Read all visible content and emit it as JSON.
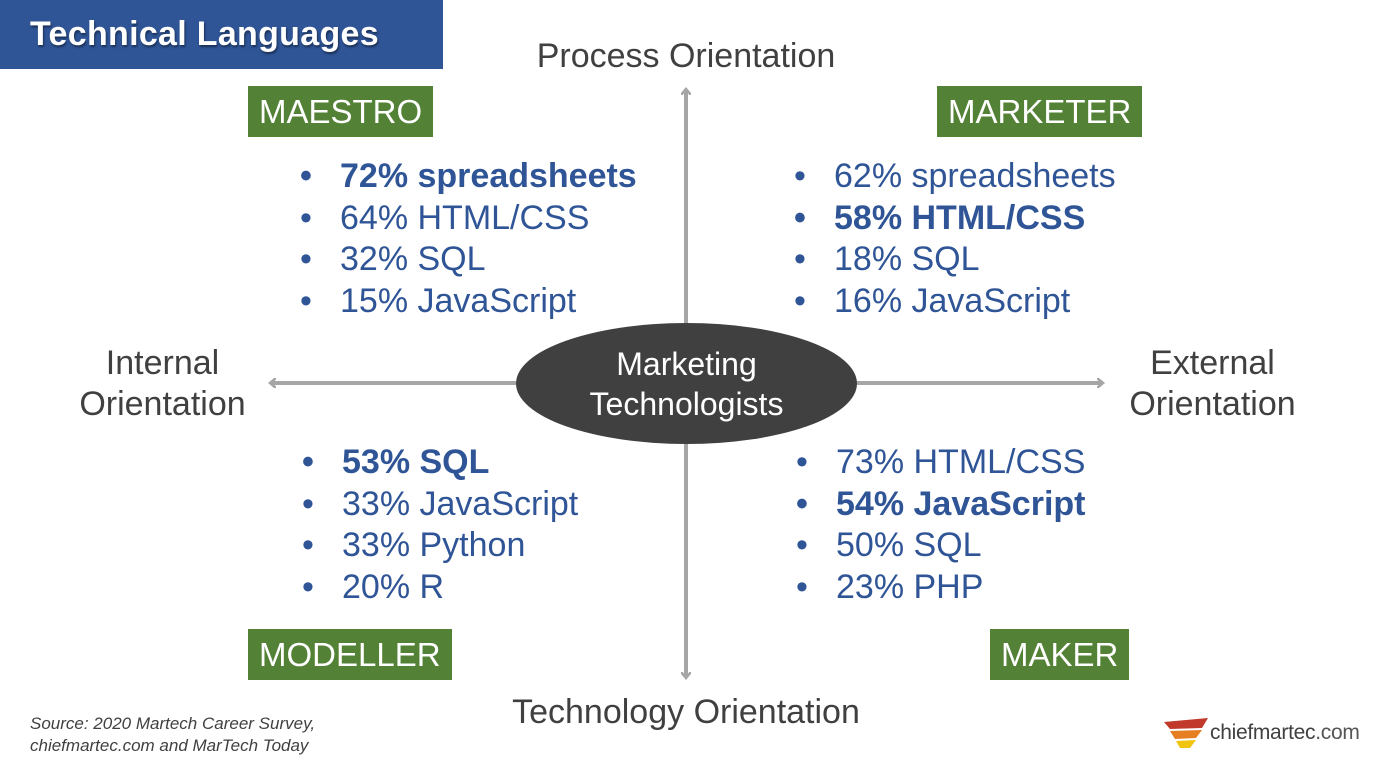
{
  "title": "Technical Languages",
  "axes": {
    "top": "Process Orientation",
    "bottom": "Technology Orientation",
    "left": "Internal\nOrientation",
    "right": "External\nOrientation"
  },
  "center": "Marketing\nTechnologists",
  "quadrants": {
    "maestro": {
      "tag": "MAESTRO",
      "items": [
        {
          "text": "72% spreadsheets",
          "bold": true
        },
        {
          "text": "64% HTML/CSS",
          "bold": false
        },
        {
          "text": "32% SQL",
          "bold": false
        },
        {
          "text": "15% JavaScript",
          "bold": false
        }
      ]
    },
    "marketer": {
      "tag": "MARKETER",
      "items": [
        {
          "text": "62% spreadsheets",
          "bold": false
        },
        {
          "text": "58% HTML/CSS",
          "bold": true
        },
        {
          "text": "18% SQL",
          "bold": false
        },
        {
          "text": "16% JavaScript",
          "bold": false
        }
      ]
    },
    "modeller": {
      "tag": "MODELLER",
      "items": [
        {
          "text": "53% SQL",
          "bold": true
        },
        {
          "text": "33% JavaScript",
          "bold": false
        },
        {
          "text": "33% Python",
          "bold": false
        },
        {
          "text": "20% R",
          "bold": false
        }
      ]
    },
    "maker": {
      "tag": "MAKER",
      "items": [
        {
          "text": "73% HTML/CSS",
          "bold": false
        },
        {
          "text": "54% JavaScript",
          "bold": true
        },
        {
          "text": "50% SQL",
          "bold": false
        },
        {
          "text": "23% PHP",
          "bold": false
        }
      ]
    }
  },
  "source": "Source: 2020 Martech Career Survey,\nchiefmartec.com and MarTech Today",
  "logo": {
    "text": "chiefmartec",
    "suffix": ".com"
  },
  "colors": {
    "title_bg": "#2f5597",
    "tag_bg": "#538135",
    "stat_text": "#2f5597",
    "ellipse_bg": "#404040",
    "arrow": "#a6a6a6"
  }
}
